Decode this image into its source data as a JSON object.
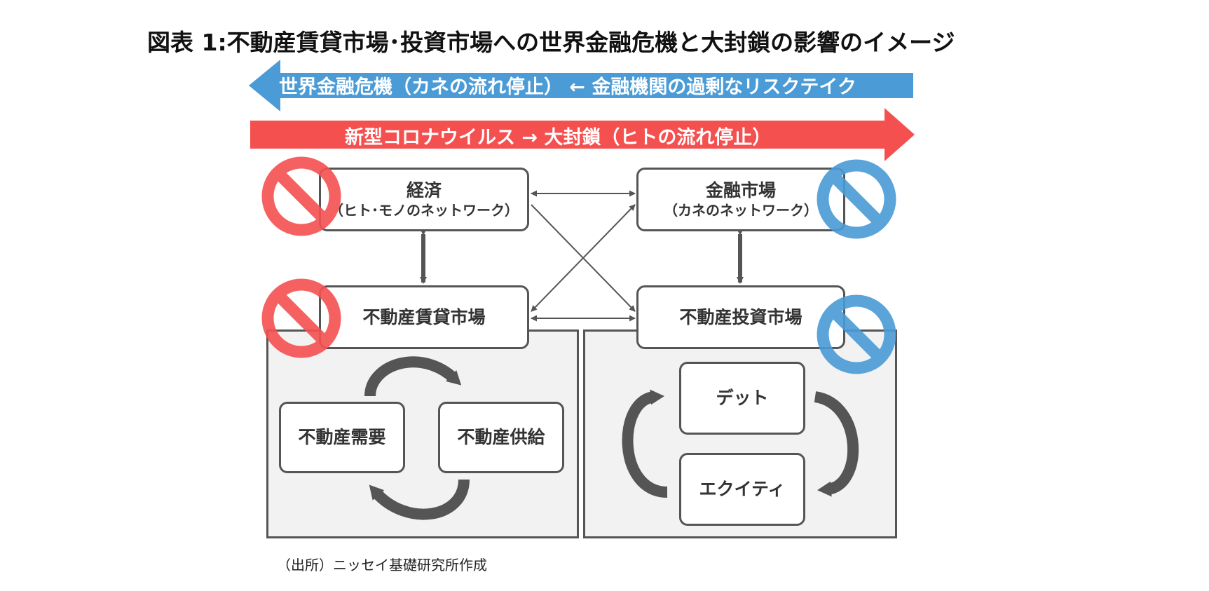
{
  "title": "図表 1:不動産賃貸市場･投資市場への世界金融危機と大封鎖の影響のイメージ",
  "banners": {
    "gfc": "世界金融危機（カネの流れ停止） ← 金融機関の過剰なリスクテイク",
    "covid": "新型コロナウイルス → 大封鎖（ヒトの流れ停止）"
  },
  "nodes": {
    "economy": {
      "main": "経済",
      "sub": "（ヒト･モノのネットワーク）"
    },
    "financial_market": {
      "main": "金融市場",
      "sub": "（カネのネットワーク）"
    },
    "rental_market": {
      "main": "不動産賃貸市場"
    },
    "investment_market": {
      "main": "不動産投資市場"
    },
    "demand": {
      "main": "不動産需要"
    },
    "supply": {
      "main": "不動産供給"
    },
    "debt": {
      "main": "デット"
    },
    "equity": {
      "main": "エクイティ"
    }
  },
  "source": "（出所）ニッセイ基礎研究所作成",
  "colors": {
    "blue": "#4a9bd6",
    "red": "#f55050",
    "stroke": "#555555",
    "panel": "#f2f2f2"
  },
  "icons": {
    "prohibited": "prohibited-sign-icon"
  }
}
